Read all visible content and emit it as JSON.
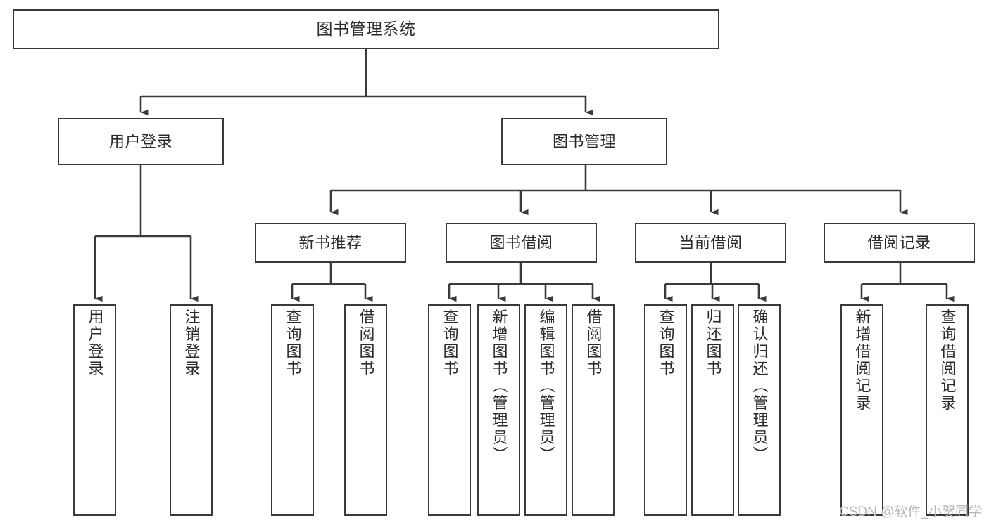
{
  "diagram": {
    "title": "图书管理系统",
    "type": "function-structure-tree",
    "edge_color": "#3a3a3a",
    "node_border_color": "#3a3a3a",
    "node_fill_color": "#ffffff",
    "text_color": "#2b2b2b"
  },
  "watermark": {
    "text": "CSDN @软件_小贺同学",
    "color": "#b9b9b9"
  },
  "nodes": {
    "root": {
      "label": "图书管理系统"
    },
    "level2": [
      {
        "id": "user-login",
        "label": "用户登录"
      },
      {
        "id": "book-management",
        "label": "图书管理"
      }
    ],
    "level3": [
      {
        "id": "new-book-recommend",
        "label": "新书推荐"
      },
      {
        "id": "book-borrow",
        "label": "图书借阅"
      },
      {
        "id": "current-borrow",
        "label": "当前借阅"
      },
      {
        "id": "borrow-record",
        "label": "借阅记录"
      }
    ],
    "leaves": {
      "user-login": [
        {
          "id": "leaf-user-login",
          "label": "用户登录"
        },
        {
          "id": "leaf-user-logout",
          "label": "注销登录"
        }
      ],
      "new-book-recommend": [
        {
          "id": "leaf-query-book-1",
          "label": "查询图书"
        },
        {
          "id": "leaf-borrow-book-1",
          "label": "借阅图书"
        }
      ],
      "book-borrow": [
        {
          "id": "leaf-query-book-2",
          "label": "查询图书"
        },
        {
          "id": "leaf-add-book",
          "label": "新增图书（管理员）"
        },
        {
          "id": "leaf-edit-book",
          "label": "编辑图书（管理员）"
        },
        {
          "id": "leaf-borrow-book-2",
          "label": "借阅图书"
        }
      ],
      "current-borrow": [
        {
          "id": "leaf-query-book-3",
          "label": "查询图书"
        },
        {
          "id": "leaf-return-book",
          "label": "归还图书"
        },
        {
          "id": "leaf-confirm-return",
          "label": "确认归还（管理员）"
        }
      ],
      "borrow-record": [
        {
          "id": "leaf-add-record",
          "label": "新增借阅记录"
        },
        {
          "id": "leaf-query-record",
          "label": "查询借阅记录"
        }
      ]
    }
  }
}
